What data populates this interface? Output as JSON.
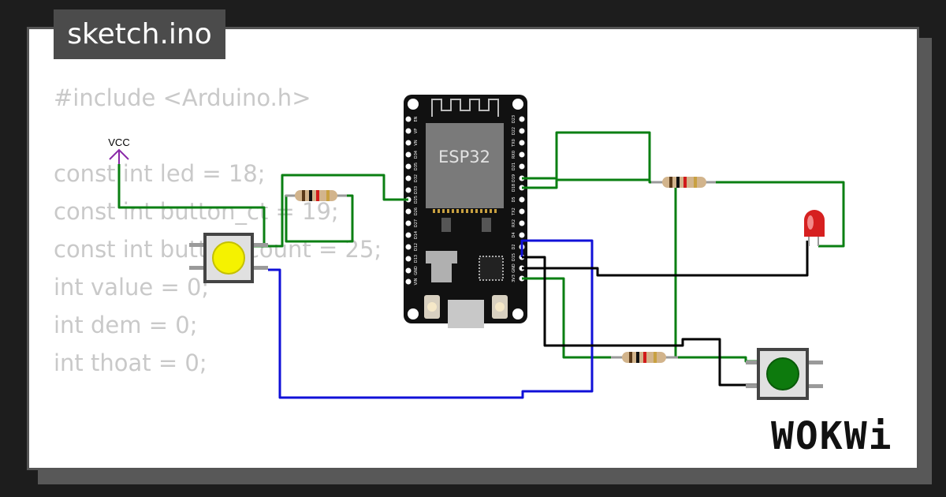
{
  "file_tab": {
    "label": "sketch.ino"
  },
  "code_lines": [
    "#include <Arduino.h>",
    "",
    "const int led = 18;",
    "const int button_ct = 19;",
    "const int button_count = 25;",
    "int value = 0;",
    "int dem = 0;",
    "int thoat = 0;"
  ],
  "power_label": "VCC",
  "mcu": {
    "chip_label": "ESP32",
    "left_pins": [
      "EN",
      "VP",
      "VN",
      "D34",
      "D35",
      "D32",
      "D33",
      "D25",
      "D26",
      "D27",
      "D14",
      "D12",
      "D13",
      "GND",
      "VIN"
    ],
    "right_pins": [
      "D23",
      "D22",
      "TX0",
      "RX0",
      "D21",
      "D19",
      "D18",
      "D5",
      "TX2",
      "RX2",
      "D4",
      "D2",
      "D15",
      "GND",
      "3V3"
    ]
  },
  "brand": {
    "label": "WOKWi"
  },
  "colors": {
    "wire_green": "#0a7f12",
    "wire_blue": "#1010d8",
    "wire_black": "#000000",
    "wire_purple": "#8a2aa8",
    "button_yellow": "#f5f200",
    "button_green": "#0d7a0d",
    "led_red": "#d62020"
  },
  "icons": [
    "vcc-arrow-icon",
    "led-icon",
    "resistor-icon",
    "pushbutton-icon"
  ]
}
